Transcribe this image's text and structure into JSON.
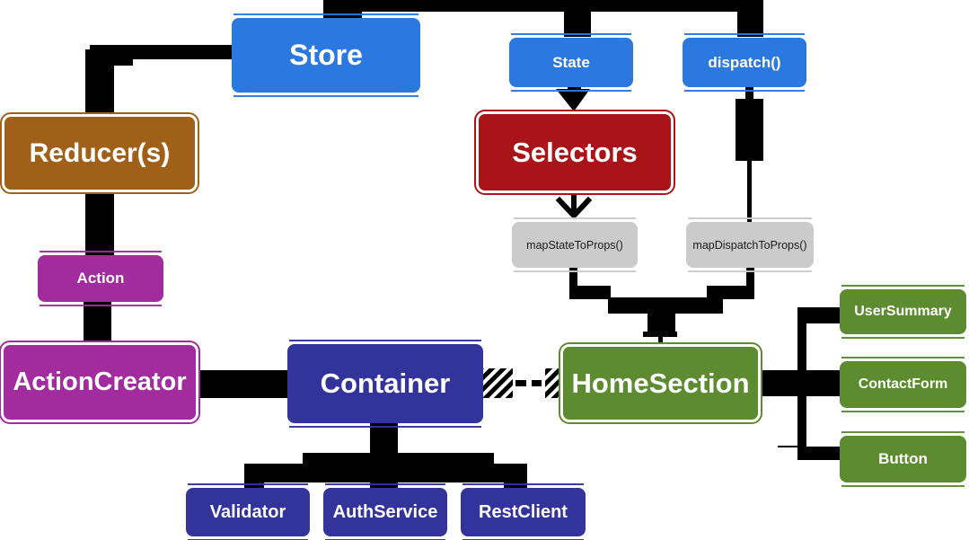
{
  "diagram": {
    "palette": {
      "blue": "#2B78E0",
      "brown": "#A06018",
      "red": "#A91418",
      "purple": "#A22C9D",
      "indigo": "#32339B",
      "green": "#5C8B30",
      "gray": "#CBCBCB",
      "connector": "#000000",
      "background": "#FFFFFF"
    },
    "nodes": {
      "store": {
        "label": "Store",
        "color": "blue"
      },
      "state": {
        "label": "State",
        "color": "blue"
      },
      "dispatch": {
        "label": "dispatch()",
        "color": "blue"
      },
      "reducers": {
        "label": "Reducer(s)",
        "color": "brown"
      },
      "selectors": {
        "label": "Selectors",
        "color": "red"
      },
      "map_state": {
        "label": "mapStateToProps()",
        "color": "gray"
      },
      "map_dispatch": {
        "label": "mapDispatchToProps()",
        "color": "gray"
      },
      "action": {
        "label": "Action",
        "color": "purple"
      },
      "action_creator": {
        "label": "ActionCreator",
        "color": "purple"
      },
      "container": {
        "label": "Container",
        "color": "indigo"
      },
      "home_section": {
        "label": "HomeSection",
        "color": "green"
      },
      "user_summary": {
        "label": "UserSummary",
        "color": "green"
      },
      "contact_form": {
        "label": "ContactForm",
        "color": "green"
      },
      "button": {
        "label": "Button",
        "color": "green"
      },
      "validator": {
        "label": "Validator",
        "color": "indigo"
      },
      "auth_service": {
        "label": "AuthService",
        "color": "indigo"
      },
      "rest_client": {
        "label": "RestClient",
        "color": "indigo"
      }
    },
    "edges": [
      {
        "from": "store",
        "to": "state",
        "style": "elbow-top"
      },
      {
        "from": "store",
        "to": "dispatch",
        "style": "elbow-top"
      },
      {
        "from": "store",
        "to": "reducers",
        "style": "elbow"
      },
      {
        "from": "reducers",
        "to": "action",
        "style": "thick"
      },
      {
        "from": "action",
        "to": "action_creator",
        "style": "thick"
      },
      {
        "from": "action_creator",
        "to": "container",
        "style": "thick"
      },
      {
        "from": "state",
        "to": "selectors",
        "style": "arrow"
      },
      {
        "from": "selectors",
        "to": "map_state",
        "style": "open-arrow"
      },
      {
        "from": "dispatch",
        "to": "map_dispatch",
        "style": "thick-thin"
      },
      {
        "from": "map_state",
        "to": "home_section",
        "style": "funnel"
      },
      {
        "from": "map_dispatch",
        "to": "home_section",
        "style": "funnel"
      },
      {
        "from": "container",
        "to": "home_section",
        "style": "dashed-hatch"
      },
      {
        "from": "container",
        "to": "validator",
        "style": "tree"
      },
      {
        "from": "container",
        "to": "auth_service",
        "style": "tree"
      },
      {
        "from": "container",
        "to": "rest_client",
        "style": "tree"
      },
      {
        "from": "home_section",
        "to": "user_summary",
        "style": "tree"
      },
      {
        "from": "home_section",
        "to": "contact_form",
        "style": "tree"
      },
      {
        "from": "home_section",
        "to": "button",
        "style": "tree"
      }
    ]
  }
}
